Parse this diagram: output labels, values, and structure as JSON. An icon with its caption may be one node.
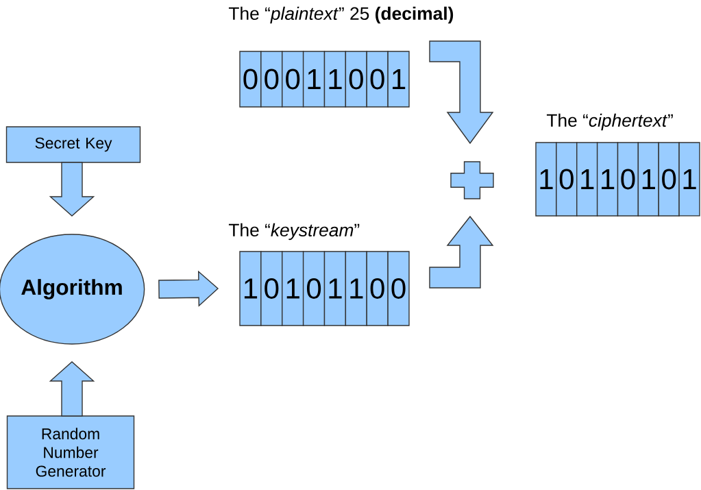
{
  "diagram": {
    "nodes": [
      {
        "text": [
          "Secret Key"
        ]
      },
      {
        "text": [
          "Algorithm"
        ]
      },
      {
        "text": [
          "Random Number Generator"
        ]
      },
      {
        "text": [
          "0",
          "0",
          "0",
          "1",
          "1",
          "0",
          "0",
          "1"
        ],
        "beside": [
          "The “*plaintext*” 25 **(decimal)**"
        ]
      },
      {
        "text": [
          "1",
          "0",
          "1",
          "0",
          "1",
          "1",
          "0",
          "0"
        ],
        "beside": [
          "The “*keystream*”"
        ]
      },
      {
        "text": [],
        "shape": "cross"
      },
      {
        "text": [
          "1",
          "0",
          "1",
          "1",
          "0",
          "1",
          "0",
          "1"
        ],
        "beside": [
          "The “*ciphertext*”"
        ]
      }
    ],
    "edges": [
      {
        "from": 0,
        "to": 1,
        "arrow": "to"
      },
      {
        "from": 2,
        "to": 1,
        "arrow": "to"
      },
      {
        "from": 1,
        "to": 4,
        "arrow": "to"
      },
      {
        "from": 3,
        "to": 5,
        "arrow": "to"
      },
      {
        "from": 4,
        "to": 5,
        "arrow": "to"
      }
    ]
  }
}
